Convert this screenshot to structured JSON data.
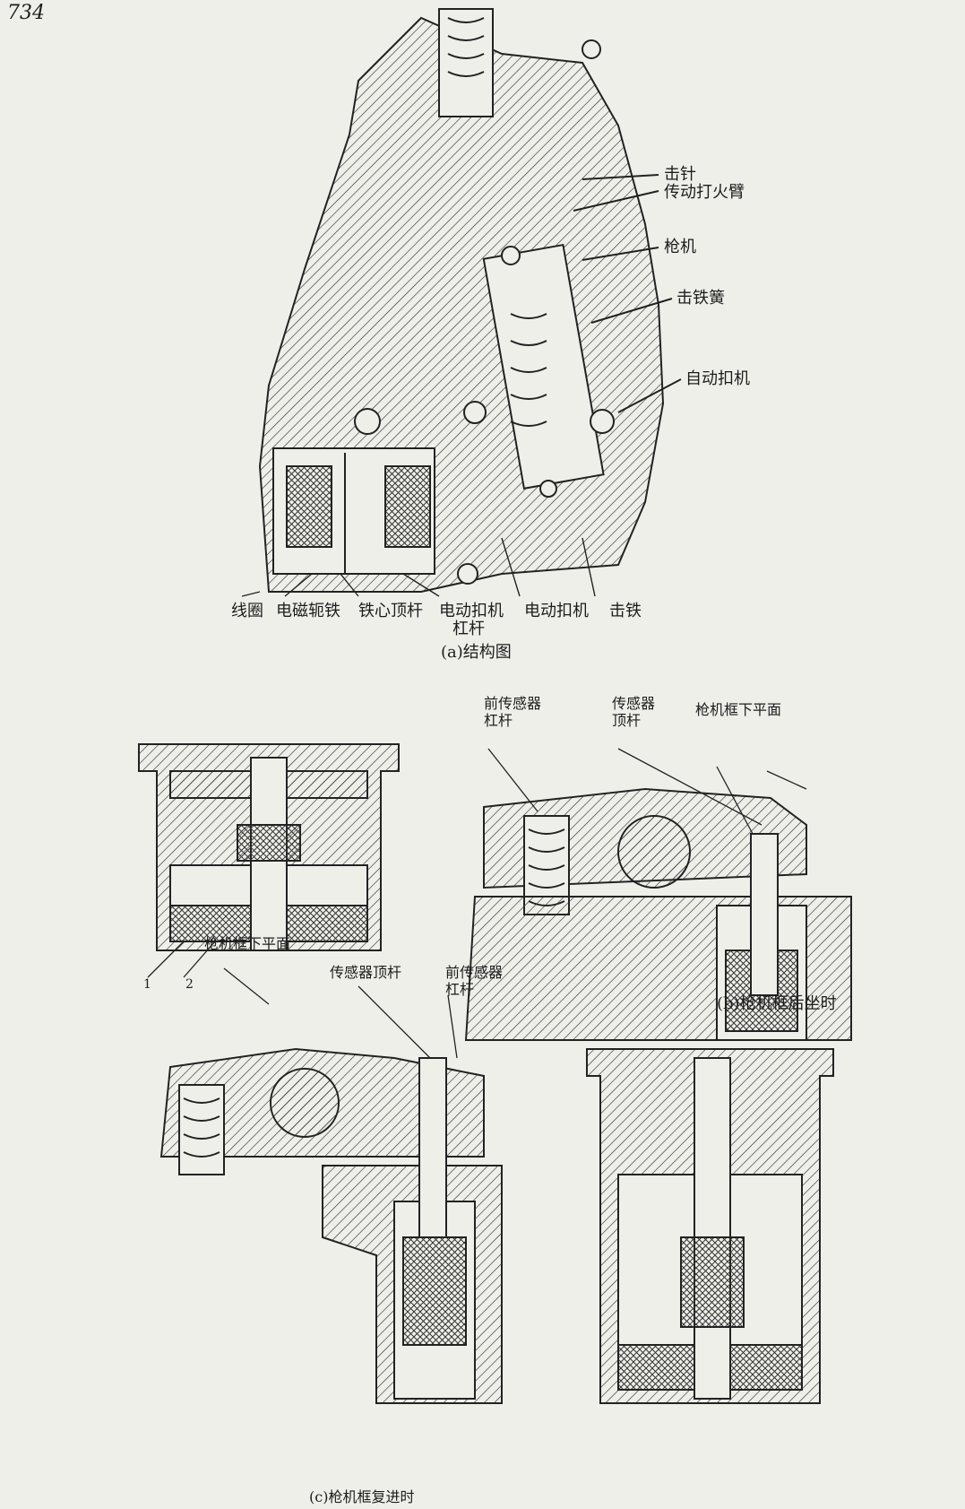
{
  "page_number": "734",
  "figure_a": {
    "caption": "(a)结构图",
    "right_labels": [
      "击针",
      "传动打火臂",
      "枪机",
      "击铁簧",
      "自动扣机"
    ],
    "bottom_labels": [
      "线圈",
      "电磁轭铁",
      "铁心顶杆",
      "电动扣机",
      "杠杆",
      "电动扣机",
      "击铁"
    ]
  },
  "figure_b": {
    "caption": "(b)枪机框后坐时",
    "labels": [
      "前传感器",
      "杠杆",
      "传感器",
      "顶杆",
      "枪机框下平面"
    ],
    "left_numbers": [
      "1",
      "2"
    ]
  },
  "figure_c": {
    "caption": "(c)枪机框复进时",
    "labels": [
      "枪机框下平面",
      "传感器顶杆",
      "前传感器",
      "杠杆"
    ]
  }
}
